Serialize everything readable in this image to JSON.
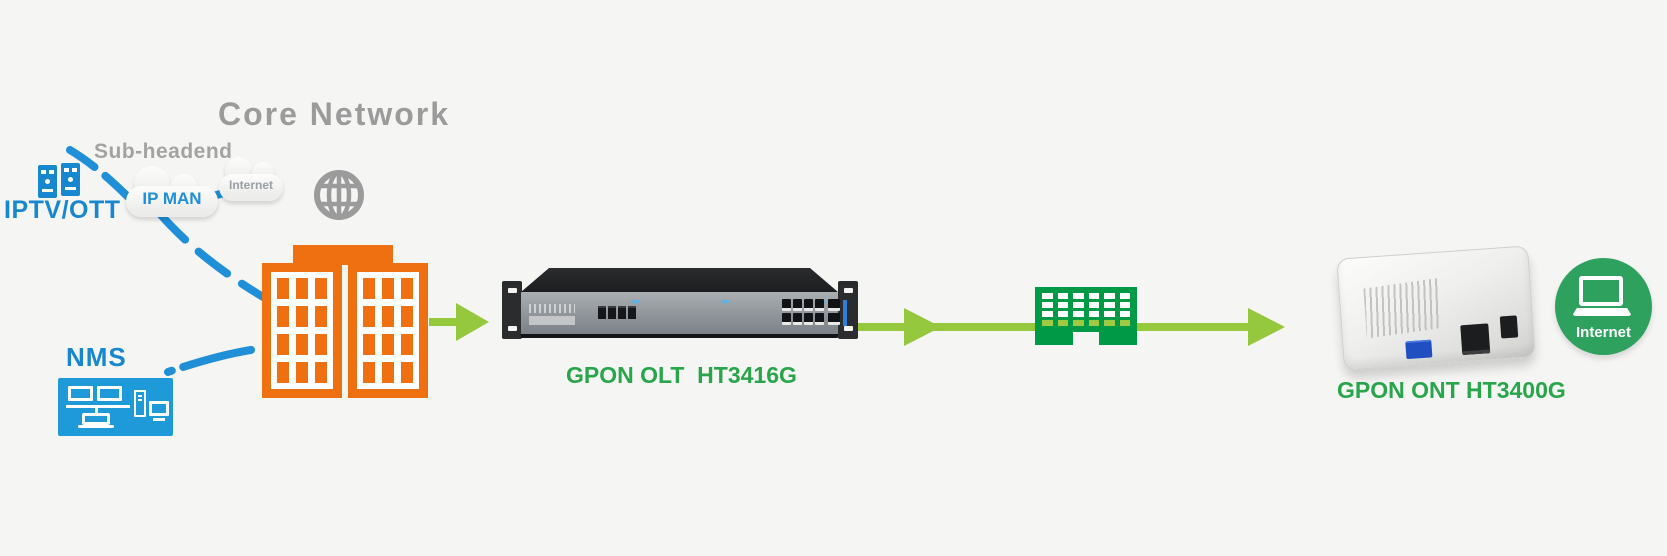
{
  "diagram": {
    "title": "Core Network",
    "subtitle": "Sub-headend",
    "nodes": {
      "iptv": {
        "label": "IPTV/OTT"
      },
      "ip_man_cloud": {
        "label": "IP MAN"
      },
      "internet_cloud": {
        "label": "Internet"
      },
      "nms": {
        "label": "NMS"
      },
      "olt": {
        "label": "GPON OLT  HT3416G"
      },
      "ont": {
        "label": "GPON ONT HT3400G"
      },
      "internet_endpoint": {
        "label": "Internet"
      }
    },
    "colors": {
      "background": "#f5f5f3",
      "title_gray": "#9b9b9b",
      "link_blue": "#1f8fd8",
      "building_orange": "#ee7010",
      "fiber_green": "#95c83c",
      "label_green": "#29a54b",
      "splitter_green": "#009945",
      "endpoint_green": "#2ea15e"
    }
  }
}
